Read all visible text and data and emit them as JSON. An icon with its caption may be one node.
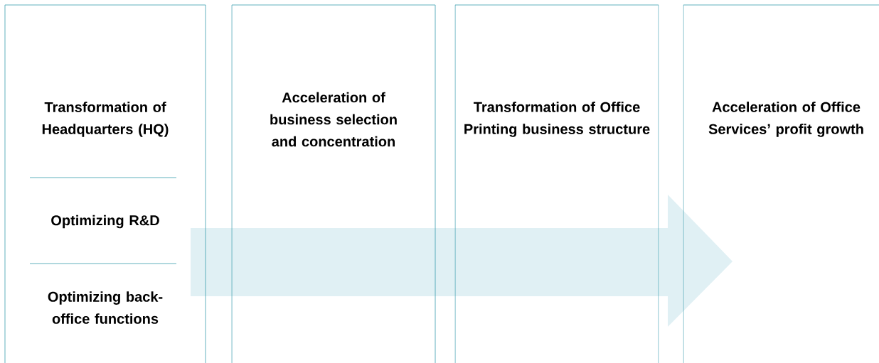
{
  "diagram": {
    "nodes": [
      {
        "text": [
          "Transformation of Headquarters (HQ)",
          "Optimizing R&D",
          "Optimizing back-office functions"
        ]
      },
      {
        "text": [
          "Acceleration of business selection and concentration"
        ]
      },
      {
        "text": [
          "Transformation of Office Printing business structure"
        ]
      },
      {
        "text": [
          "Acceleration of Office Services’ profit growth"
        ]
      }
    ]
  }
}
